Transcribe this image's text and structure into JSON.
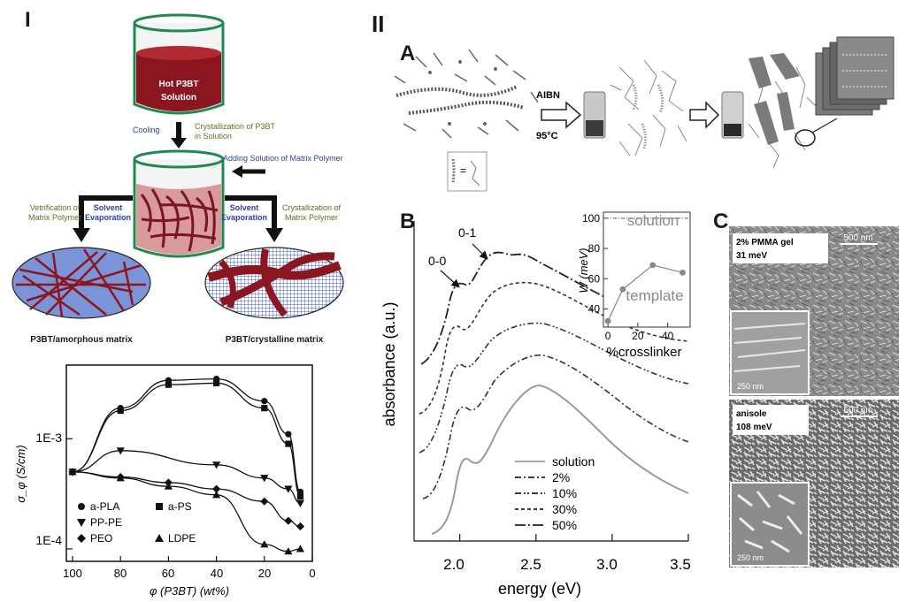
{
  "panel_I": {
    "label": "I",
    "beaker_top_text_1": "Hot P3BT",
    "beaker_top_text_2": "Solution",
    "cooling": "Cooling",
    "crystallization_1": "Crystallization of P3BT",
    "crystallization_2": "in Solution",
    "adding_matrix": "Adding Solution of Matrix Polymer",
    "left_branch_1": "Vetrification of",
    "left_branch_2": "Matrix Polymer",
    "right_branch_1": "Crystallization of",
    "right_branch_2": "Matrix Polymer",
    "solvent_1": "Solvent",
    "solvent_2": "Evaporation",
    "caption_left": "P3BT/amorphous matrix",
    "caption_right": "P3BT/crystalline matrix"
  },
  "panel_II": {
    "label": "II",
    "subpanel_A": "A",
    "subpanel_B": "B",
    "subpanel_C": "C",
    "aibn": "AIBN",
    "temperature": "95°C",
    "equals": "="
  },
  "panel_C": {
    "top_label_1": "2% PMMA gel",
    "top_label_2": "31 meV",
    "top_scale": "500 nm",
    "top_inset_scale": "250 nm",
    "bottom_label_1": "anisole",
    "bottom_label_2": "108 meV",
    "bottom_scale": "500 nm",
    "bottom_inset_scale": "250 nm"
  },
  "chart_data": [
    {
      "type": "scatter",
      "ylabel": "σ_φ (S/cm)",
      "xlabel": "φ (P3BT) (wt%)",
      "xlim": [
        100,
        0
      ],
      "ylim": [
        8e-05,
        0.0045
      ],
      "yscale": "log",
      "x_ticks": [
        "100",
        "80",
        "60",
        "40",
        "20",
        "0"
      ],
      "y_ticks": [
        "1E-3",
        "1E-4"
      ],
      "legend_position": "bottom-left",
      "series": [
        {
          "name": "a-PLA",
          "marker": "circle",
          "x": [
            100,
            80,
            60,
            40,
            20,
            10,
            5
          ],
          "y": [
            0.0005,
            0.0019,
            0.0034,
            0.0035,
            0.0022,
            0.0011,
            0.00033
          ]
        },
        {
          "name": "a-PS",
          "marker": "square",
          "x": [
            100,
            80,
            60,
            40,
            20,
            10,
            5
          ],
          "y": [
            0.0005,
            0.0018,
            0.0031,
            0.0032,
            0.0019,
            0.0009,
            0.0003
          ]
        },
        {
          "name": "PP-PE",
          "marker": "triangle-down",
          "x": [
            100,
            80,
            40,
            20,
            10,
            5
          ],
          "y": [
            0.0005,
            0.00078,
            0.00058,
            0.00044,
            0.00035,
            0.00026
          ]
        },
        {
          "name": "PEO",
          "marker": "diamond",
          "x": [
            100,
            80,
            60,
            40,
            20,
            10,
            5
          ],
          "y": [
            0.0005,
            0.00045,
            0.0004,
            0.00035,
            0.00027,
            0.00018,
            0.00016
          ]
        },
        {
          "name": "LDPE",
          "marker": "triangle-up",
          "x": [
            100,
            80,
            60,
            40,
            20,
            10,
            5
          ],
          "y": [
            0.0005,
            0.00044,
            0.00037,
            0.00031,
            0.00011,
            9.5e-05,
            0.0001
          ]
        }
      ]
    },
    {
      "type": "line",
      "ylabel": "absorbance (a.u.)",
      "xlabel": "energy (eV)",
      "xlim": [
        1.7,
        3.5
      ],
      "x_ticks": [
        "2.0",
        "2.5",
        "3.0",
        "3.5"
      ],
      "annotations": [
        "0-0",
        "0-1"
      ],
      "legend_position": "bottom-center",
      "series": [
        {
          "name": "solution",
          "style": "solid",
          "color": "#9a9a9a"
        },
        {
          "name": "2%",
          "style": "dash-dot"
        },
        {
          "name": "10%",
          "style": "dash-dot-dot"
        },
        {
          "name": "30%",
          "style": "dashed"
        },
        {
          "name": "50%",
          "style": "long-dash-dot"
        }
      ],
      "inset": {
        "type": "scatter",
        "ylabel": "W (meV)",
        "xlabel": "%crosslinker",
        "x": [
          0,
          10,
          30,
          50
        ],
        "y": [
          32,
          53,
          69,
          64
        ],
        "xlim": [
          -3,
          55
        ],
        "ylim": [
          28,
          104
        ],
        "x_ticks": [
          "0",
          "20",
          "40"
        ],
        "y_ticks": [
          "40",
          "60",
          "80",
          "100"
        ],
        "solution_level": 100,
        "solution_label": "solution",
        "template_label": "template"
      }
    }
  ]
}
